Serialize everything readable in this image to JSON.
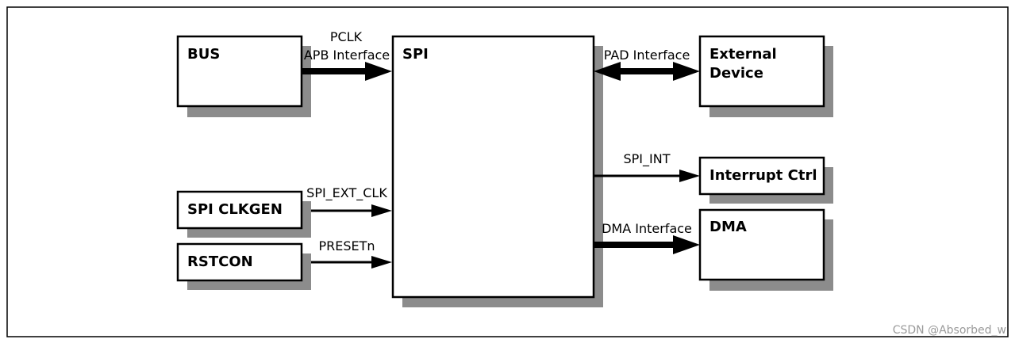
{
  "blocks": {
    "bus": "BUS",
    "spi_clkgen": "SPI CLKGEN",
    "rstcon": "RSTCON",
    "spi": "SPI",
    "external_device_line1": "External",
    "external_device_line2": "Device",
    "interrupt_ctrl": "Interrupt Ctrl",
    "dma": "DMA"
  },
  "signals": {
    "pclk": "PCLK",
    "apb_interface": "APB Interface",
    "spi_ext_clk": "SPI_EXT_CLK",
    "presetn": "PRESETn",
    "pad_interface": "PAD Interface",
    "spi_int": "SPI_INT",
    "dma_interface": "DMA Interface"
  },
  "watermark": "CSDN @Absorbed_w",
  "colors": {
    "stroke": "#000000",
    "shadow": "#8c8c8c",
    "fill": "#ffffff"
  }
}
